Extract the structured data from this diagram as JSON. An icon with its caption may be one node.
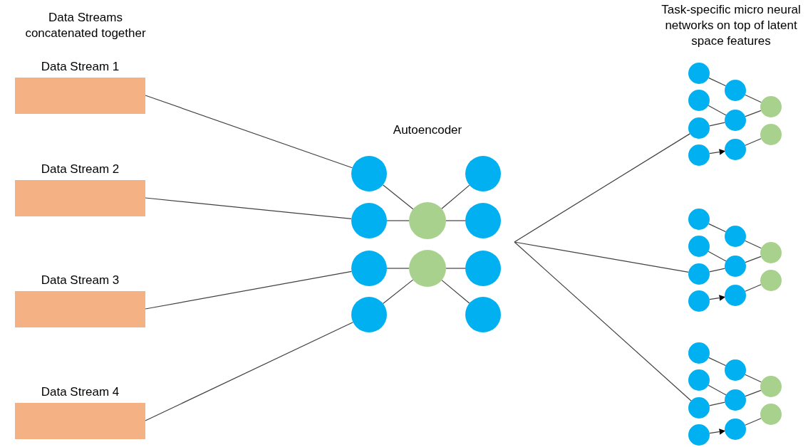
{
  "diagram": {
    "nodes": [
      {
        "text": [
          "Data Stream 1"
        ]
      },
      {
        "text": [
          "Data Stream 2"
        ]
      },
      {
        "text": [
          "Data Stream 3"
        ]
      },
      {
        "text": [
          "Data Stream 4"
        ]
      },
      {
        "text": [],
        "shape": "circle"
      },
      {
        "text": [],
        "shape": "circle"
      },
      {
        "text": [],
        "shape": "circle"
      },
      {
        "text": [],
        "shape": "circle"
      },
      {
        "text": [],
        "shape": "circle"
      },
      {
        "text": [],
        "shape": "circle"
      },
      {
        "text": [],
        "shape": "circle"
      },
      {
        "text": [],
        "shape": "circle"
      },
      {
        "text": [],
        "shape": "circle"
      },
      {
        "text": [],
        "shape": "circle"
      },
      {
        "text": [],
        "shape": "circle"
      },
      {
        "text": [],
        "shape": "circle"
      },
      {
        "text": [],
        "shape": "circle"
      },
      {
        "text": [],
        "shape": "circle"
      },
      {
        "text": [],
        "shape": "circle"
      },
      {
        "text": [],
        "shape": "circle"
      },
      {
        "text": [],
        "shape": "circle"
      },
      {
        "text": [],
        "shape": "circle"
      },
      {
        "text": [],
        "shape": "circle"
      },
      {
        "text": [],
        "shape": "circle"
      },
      {
        "text": [],
        "shape": "circle"
      },
      {
        "text": [],
        "shape": "circle"
      },
      {
        "text": [],
        "shape": "circle"
      },
      {
        "text": [],
        "shape": "circle"
      },
      {
        "text": [],
        "shape": "circle"
      },
      {
        "text": [],
        "shape": "circle"
      },
      {
        "text": [],
        "shape": "circle"
      },
      {
        "text": [],
        "shape": "circle"
      },
      {
        "text": [],
        "shape": "circle"
      },
      {
        "text": [],
        "shape": "circle"
      },
      {
        "text": [],
        "shape": "circle"
      },
      {
        "text": [],
        "shape": "circle"
      },
      {
        "text": [],
        "shape": "circle"
      },
      {
        "text": [],
        "shape": "circle"
      },
      {
        "text": [],
        "shape": "circle"
      },
      {
        "text": [],
        "shape": "circle"
      },
      {
        "text": [],
        "shape": "circle"
      }
    ],
    "edges": [
      {
        "from": 0,
        "to": 4,
        "arrow": "none"
      },
      {
        "from": 1,
        "to": 5,
        "arrow": "none"
      },
      {
        "from": 2,
        "to": 6,
        "arrow": "none"
      },
      {
        "from": 3,
        "to": 7,
        "arrow": "none"
      },
      {
        "from": 4,
        "to": 8,
        "arrow": "none"
      },
      {
        "from": 5,
        "to": 8,
        "arrow": "none"
      },
      {
        "from": 8,
        "to": 10,
        "arrow": "none"
      },
      {
        "from": 8,
        "to": 11,
        "arrow": "none"
      },
      {
        "from": 6,
        "to": 9,
        "arrow": "none"
      },
      {
        "from": 7,
        "to": 9,
        "arrow": "none"
      },
      {
        "from": 9,
        "to": 12,
        "arrow": "none"
      },
      {
        "from": 9,
        "to": 13,
        "arrow": "none"
      },
      {
        "from": null,
        "to": 16,
        "arrow": "none"
      },
      {
        "from": null,
        "to": 25,
        "arrow": "none"
      },
      {
        "from": null,
        "to": 34,
        "arrow": "none"
      },
      {
        "from": 14,
        "to": 18,
        "arrow": "none"
      },
      {
        "from": 15,
        "to": 19,
        "arrow": "none"
      },
      {
        "from": 16,
        "to": 19,
        "arrow": "none"
      },
      {
        "from": 17,
        "to": 20,
        "arrow": "to"
      },
      {
        "from": 18,
        "to": 21,
        "arrow": "none"
      },
      {
        "from": 19,
        "to": 21,
        "arrow": "none"
      },
      {
        "from": 20,
        "to": 22,
        "arrow": "none"
      },
      {
        "from": 23,
        "to": 27,
        "arrow": "none"
      },
      {
        "from": 24,
        "to": 28,
        "arrow": "none"
      },
      {
        "from": 25,
        "to": 28,
        "arrow": "none"
      },
      {
        "from": 26,
        "to": 29,
        "arrow": "to"
      },
      {
        "from": 27,
        "to": 30,
        "arrow": "none"
      },
      {
        "from": 28,
        "to": 30,
        "arrow": "none"
      },
      {
        "from": 29,
        "to": 31,
        "arrow": "none"
      },
      {
        "from": 32,
        "to": 36,
        "arrow": "none"
      },
      {
        "from": 33,
        "to": 37,
        "arrow": "none"
      },
      {
        "from": 34,
        "to": 37,
        "arrow": "none"
      },
      {
        "from": 35,
        "to": 38,
        "arrow": "to"
      },
      {
        "from": 36,
        "to": 39,
        "arrow": "none"
      },
      {
        "from": 37,
        "to": 39,
        "arrow": "none"
      },
      {
        "from": 38,
        "to": 40,
        "arrow": "none"
      }
    ],
    "labels": [
      "Data Streams concatenated together",
      "Autoencoder",
      "Task-specific micro neural networks on top of latent space features"
    ]
  }
}
